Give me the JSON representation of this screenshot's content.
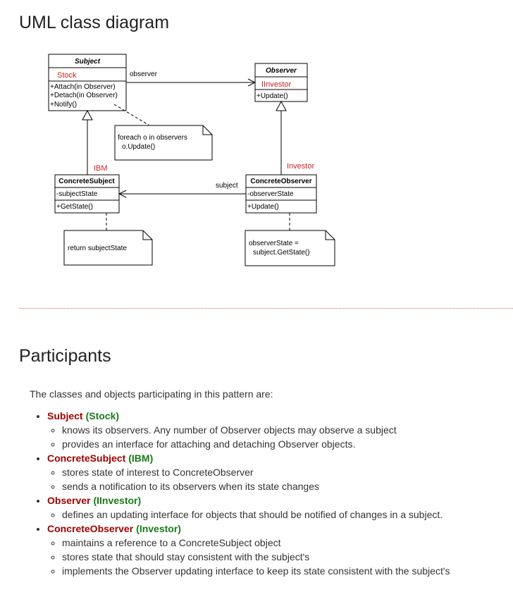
{
  "headings": {
    "uml": "UML class diagram",
    "participants": "Participants"
  },
  "diagram": {
    "subject": {
      "name": "Subject",
      "impl": "Stock",
      "methods": [
        "+Attach(in Observer)",
        "+Detach(in Observer)",
        "+Notify()"
      ]
    },
    "observer": {
      "name": "Observer",
      "impl": "IInvestor",
      "methods": [
        "+Update()"
      ]
    },
    "concrete_subject": {
      "name": "ConcreteSubject",
      "impl": "IBM",
      "attributes": [
        "-subjectState"
      ],
      "methods": [
        "+GetState()"
      ]
    },
    "concrete_observer": {
      "name": "ConcreteObserver",
      "impl": "Investor",
      "attributes": [
        "-observerState"
      ],
      "methods": [
        "+Update()"
      ]
    },
    "assoc_observer_label": "observer",
    "assoc_subject_label": "subject",
    "note_notify": [
      "foreach o in observers",
      "o.Update()"
    ],
    "note_getstate": [
      "return subjectState"
    ],
    "note_update": [
      "observerState =",
      "subject.GetState()"
    ]
  },
  "intro": "The classes and objects participating in this pattern are:",
  "participants": [
    {
      "name": "Subject",
      "impl": "(Stock)",
      "responsibilities": [
        "knows its observers. Any number of Observer objects may observe a subject",
        "provides an interface for attaching and detaching Observer objects."
      ]
    },
    {
      "name": "ConcreteSubject",
      "impl": "(IBM)",
      "responsibilities": [
        "stores state of interest to ConcreteObserver",
        "sends a notification to its observers when its state changes"
      ]
    },
    {
      "name": "Observer",
      "impl": "(IInvestor)",
      "responsibilities": [
        "defines an updating interface for objects that should be notified of changes in a subject."
      ]
    },
    {
      "name": "ConcreteObserver",
      "impl": "(Investor)",
      "responsibilities": [
        "maintains a reference to a ConcreteSubject object",
        "stores state that should stay consistent with the subject's",
        "implements the Observer updating interface to keep its state consistent with the subject's"
      ]
    }
  ]
}
